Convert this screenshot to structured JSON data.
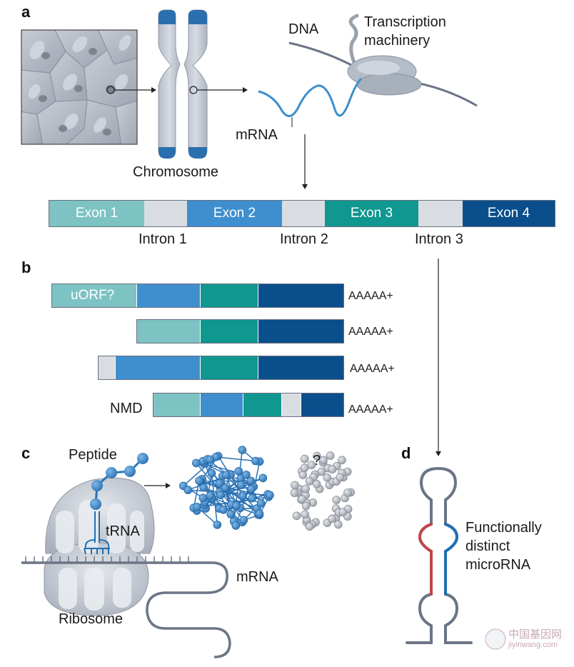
{
  "panels": {
    "a": "a",
    "b": "b",
    "c": "c",
    "d": "d"
  },
  "panel_a": {
    "dna_label": "DNA",
    "machinery_label_line1": "Transcription",
    "machinery_label_line2": "machinery",
    "mrna_label": "mRNA",
    "chromosome_label": "Chromosome",
    "exons": [
      "Exon 1",
      "Exon 2",
      "Exon 3",
      "Exon 4"
    ],
    "introns": [
      "Intron 1",
      "Intron 2",
      "Intron 3"
    ]
  },
  "panel_b": {
    "isoform1_first_label": "uORF?",
    "polya": "AAAAA+",
    "nmd_label": "NMD"
  },
  "panel_c": {
    "peptide_label": "Peptide",
    "trna_label": "tRNA",
    "mrna_label": "mRNA",
    "ribosome_label": "Ribosome",
    "question_mark": "?"
  },
  "panel_d": {
    "label_line1": "Functionally",
    "label_line2": "distinct",
    "label_line3": "microRNA"
  },
  "watermark": {
    "line1": "中国基因网",
    "line2": "jiyinwang.com"
  },
  "colors": {
    "exon1": "#7dc3c4",
    "exon2": "#3f8fcf",
    "exon3": "#0f9790",
    "exon4": "#0a4f8c",
    "intron": "#d9dde2",
    "cell_gray": "#b8bec8",
    "peptide_blue": "#3a84c8",
    "mirna_red": "#c0454b",
    "mirna_blue": "#1f6fb4"
  }
}
